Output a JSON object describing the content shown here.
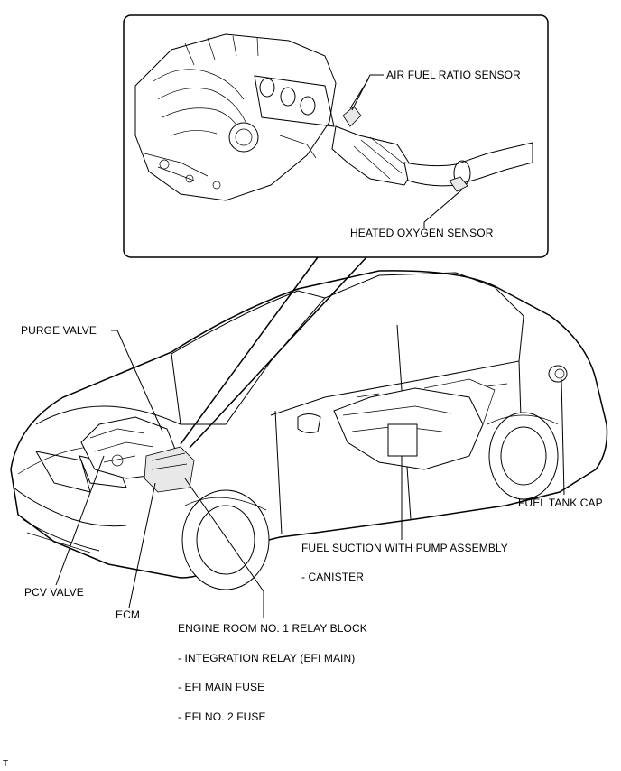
{
  "labels": {
    "air_fuel_ratio_sensor": "AIR FUEL RATIO SENSOR",
    "heated_oxygen_sensor": "HEATED OXYGEN SENSOR",
    "purge_valve": "PURGE VALVE",
    "fuel_tank_cap": "FUEL TANK CAP",
    "fuel_suction_pump": "FUEL SUCTION WITH PUMP ASSEMBLY",
    "canister": "- CANISTER",
    "pcv_valve": "PCV VALVE",
    "ecm": "ECM",
    "engine_room_relay_block": "ENGINE ROOM NO. 1 RELAY BLOCK",
    "integration_relay": "- INTEGRATION RELAY (EFI MAIN)",
    "efi_main_fuse": "- EFI MAIN FUSE",
    "efi_no2_fuse": "- EFI NO. 2 FUSE",
    "corner_mark": "T"
  }
}
